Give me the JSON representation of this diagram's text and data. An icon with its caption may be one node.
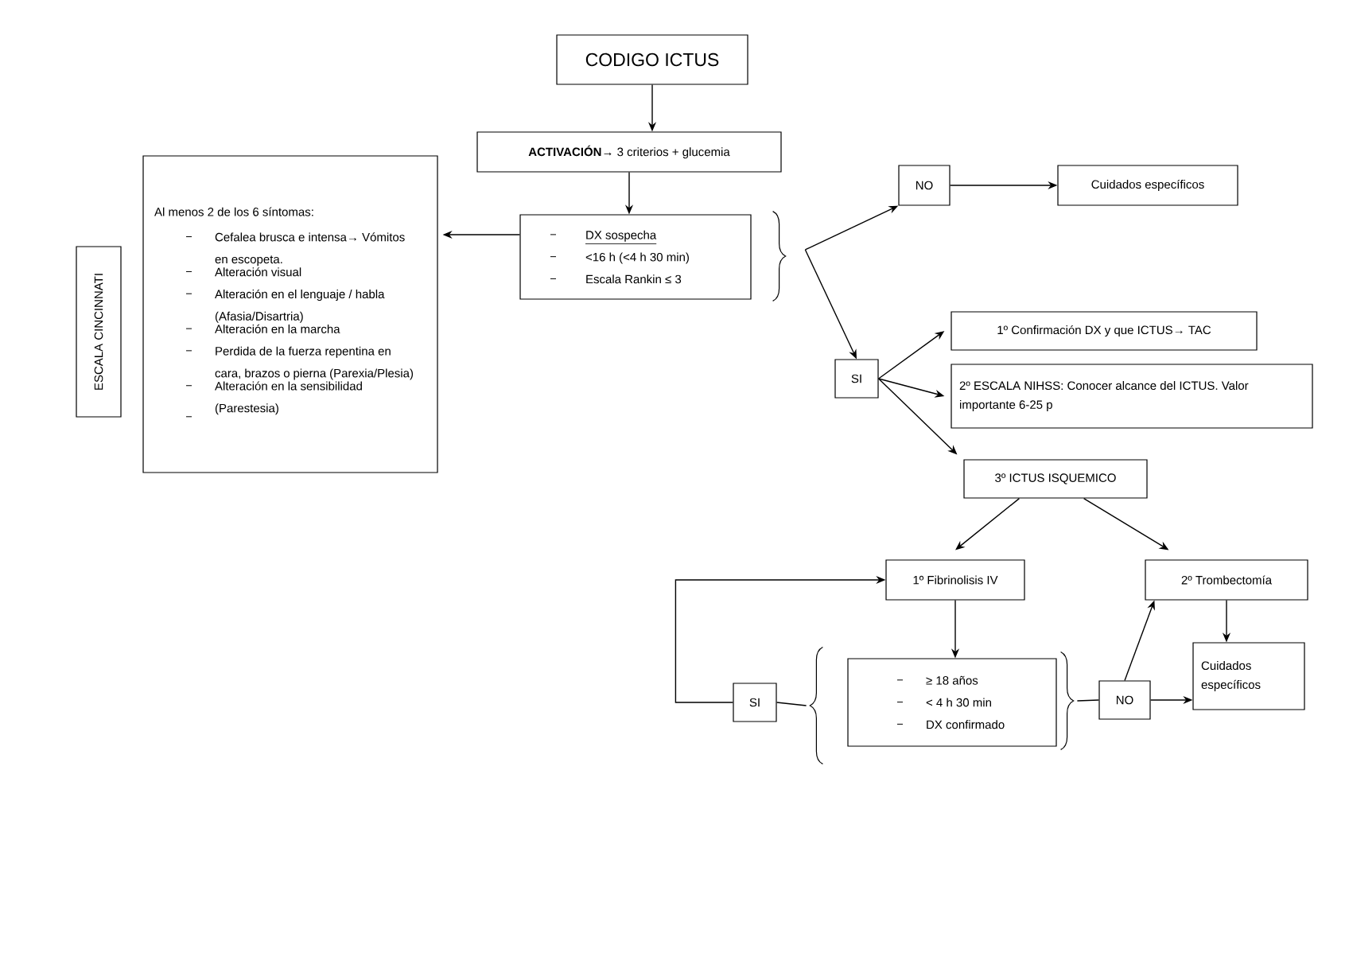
{
  "diagram": {
    "nodes": [
      {
        "text": [
          "CODIGO ICTUS"
        ]
      },
      {
        "text": [
          "**ACTIVACIÓN**→ 3 criterios + glucemia"
        ]
      },
      {
        "text": [
          "Al menos 2 de los 6 síntomas:",
          "Cefalea brusca e intensa→ Vómitos en escopeta.",
          "Alteración visual",
          "Alteración en el lenguaje / habla (Afasia/Disartria)",
          "Alteración en la marcha",
          "Perdida de la fuerza repentina en cara, brazos o pierna (Parexia/Plesia)",
          "Alteración en la sensibilidad (Parestesia)"
        ]
      },
      {
        "text": [
          "DX sospecha",
          "<16 h (<4 h 30 min)",
          "Escala Rankin ≤ 3"
        ]
      },
      {
        "text": [
          "ESCALA CINCINNATI"
        ]
      },
      {
        "text": [
          "NO"
        ]
      },
      {
        "text": [
          "Cuidados específicos"
        ]
      },
      {
        "text": [
          "SI"
        ]
      },
      {
        "text": [
          "1º Confirmación DX y que ICTUS→ TAC"
        ]
      },
      {
        "text": [
          "2º ESCALA NIHSS: Conocer alcance del ICTUS. Valor importante 6-25 p"
        ]
      },
      {
        "text": [
          "3º ICTUS ISQUEMICO"
        ]
      },
      {
        "text": [
          "1º Fibrinolisis IV"
        ]
      },
      {
        "text": [
          "2º Trombectomía"
        ]
      },
      {
        "text": [
          "SI"
        ]
      },
      {
        "text": [
          "≥ 18 años",
          "< 4 h 30 min",
          "DX confirmado"
        ]
      },
      {
        "text": [
          "NO"
        ]
      },
      {
        "text": [
          "Cuidados específicos"
        ]
      },
      {
        "text": [],
        "shape": "brace"
      },
      {
        "text": [],
        "shape": "brace"
      },
      {
        "text": [],
        "shape": "brace"
      }
    ],
    "edges": [
      {
        "from": 0,
        "to": 1,
        "arrow": "to"
      },
      {
        "from": 1,
        "to": 3,
        "arrow": "to"
      },
      {
        "from": 3,
        "to": 2,
        "arrow": "to"
      },
      {
        "from": 17,
        "to": 5,
        "arrow": "to"
      },
      {
        "from": 17,
        "to": 7,
        "arrow": "to"
      },
      {
        "from": 5,
        "to": 6,
        "arrow": "to"
      },
      {
        "from": 7,
        "to": 8,
        "arrow": "to"
      },
      {
        "from": 7,
        "to": 9,
        "arrow": "to"
      },
      {
        "from": 7,
        "to": 10,
        "arrow": "to"
      },
      {
        "from": 10,
        "to": 11,
        "arrow": "to"
      },
      {
        "from": 10,
        "to": 12,
        "arrow": "to"
      },
      {
        "from": 11,
        "to": 14,
        "arrow": "to"
      },
      {
        "from": 13,
        "to": 11,
        "arrow": "to"
      },
      {
        "from": 13,
        "to": 18,
        "arrow": "none"
      },
      {
        "from": 19,
        "to": 15,
        "arrow": "none"
      },
      {
        "from": 15,
        "to": 12,
        "arrow": "to"
      },
      {
        "from": 15,
        "to": 16,
        "arrow": "to"
      },
      {
        "from": 12,
        "to": 16,
        "arrow": "to"
      }
    ]
  }
}
